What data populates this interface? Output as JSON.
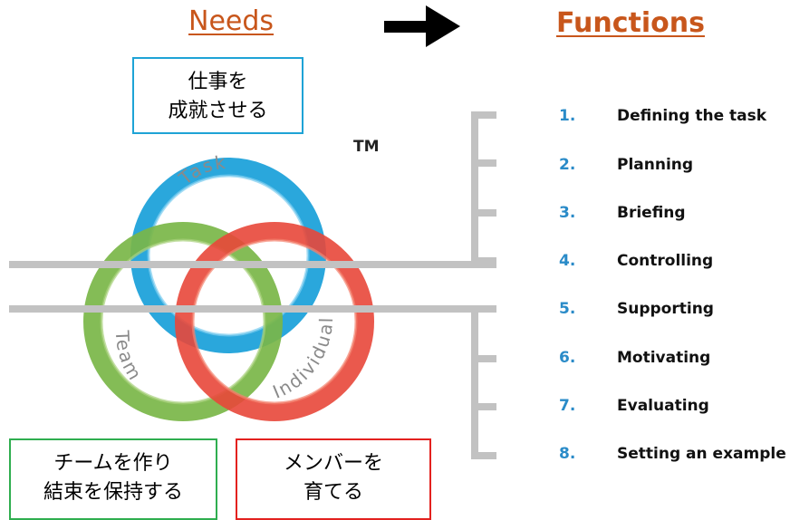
{
  "headings": {
    "needs": "Needs",
    "functions": "Functions"
  },
  "boxes": {
    "task": [
      "仕事を",
      "成就させる"
    ],
    "team": [
      "チームを作り",
      "結束を保持する"
    ],
    "individual": [
      "メンバーを",
      "育てる"
    ]
  },
  "trademark": "TM",
  "rings": {
    "task": "Task",
    "team": "Team",
    "individual": "Individual"
  },
  "functions": [
    {
      "num": "1.",
      "label": "Defining the task"
    },
    {
      "num": "2.",
      "label": "Planning"
    },
    {
      "num": "3.",
      "label": "Briefing"
    },
    {
      "num": "4.",
      "label": "Controlling"
    },
    {
      "num": "5.",
      "label": "Supporting"
    },
    {
      "num": "6.",
      "label": "Motivating"
    },
    {
      "num": "7.",
      "label": "Evaluating"
    },
    {
      "num": "8.",
      "label": "Setting an example"
    }
  ],
  "colors": {
    "heading": "#c8561b",
    "task_ring": "#2aa7dc",
    "team_ring": "#7ab648",
    "individual_ring": "#e8473a",
    "bracket": "#c2c2c2",
    "number": "#2a8bc8"
  }
}
